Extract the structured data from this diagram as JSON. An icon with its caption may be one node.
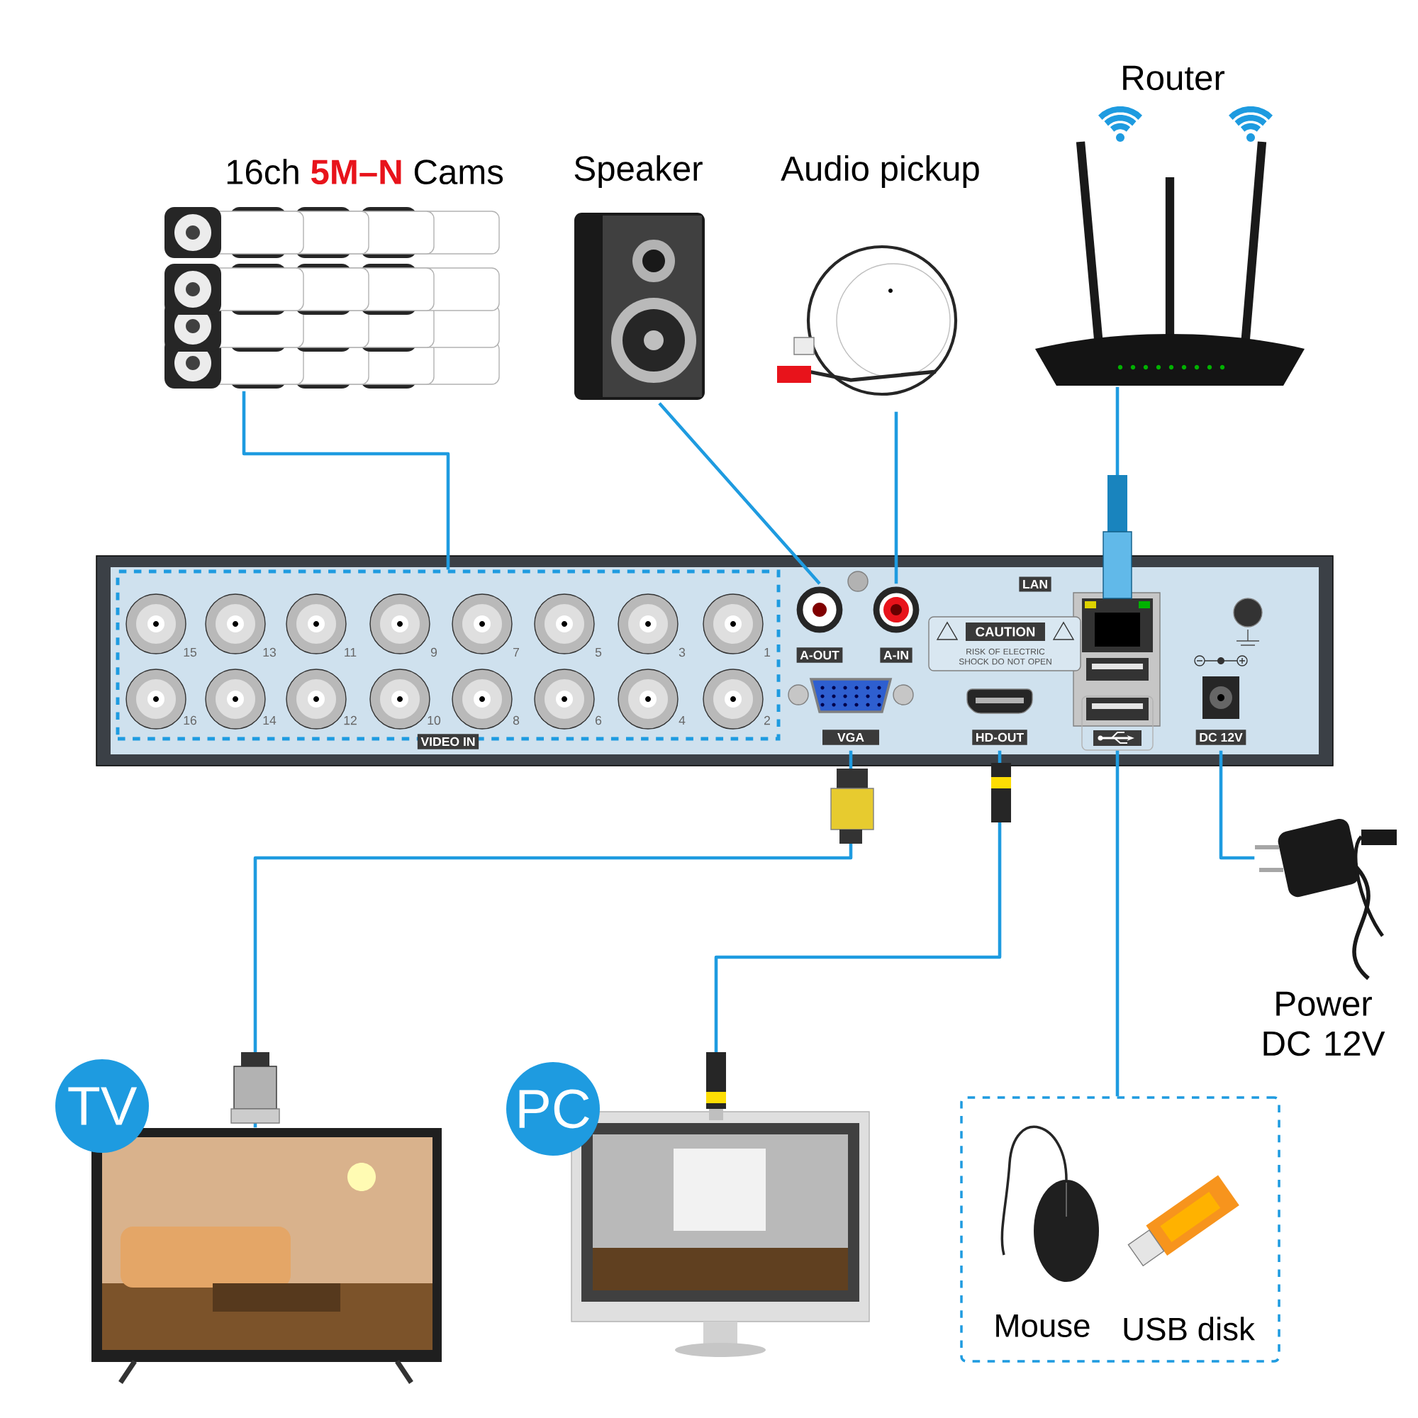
{
  "diagram": {
    "nodes": [
      {
        "text": [
          "16ch **5M–N** Cams"
        ]
      },
      {
        "text": [
          "Speaker"
        ]
      },
      {
        "text": [
          "Audio pickup"
        ]
      },
      {
        "text": [
          "Router"
        ]
      },
      {
        "text": [],
        "shape": "picture"
      },
      {
        "text": [
          "VIDEO IN"
        ],
        "in": 4
      },
      {
        "text": [
          "A-OUT"
        ],
        "in": 4
      },
      {
        "text": [
          "A-IN"
        ],
        "in": 4
      },
      {
        "text": [
          "LAN"
        ],
        "in": 4
      },
      {
        "text": [
          "VGA"
        ],
        "in": 4
      },
      {
        "text": [
          "HD-OUT"
        ],
        "in": 4
      },
      {
        "text": [],
        "shape": "box",
        "in": 4
      },
      {
        "text": [
          "DC 12V"
        ],
        "in": 4
      },
      {
        "text": [
          "Power DC 12V"
        ]
      },
      {
        "text": [
          "TV"
        ]
      },
      {
        "text": [
          "PC"
        ]
      },
      {
        "text": [],
        "shape": "box"
      },
      {
        "text": [
          "Mouse"
        ],
        "in": 16
      },
      {
        "text": [
          "USB disk"
        ],
        "in": 16
      }
    ],
    "edges": [
      {
        "from": 0,
        "to": 5,
        "arrow": "none"
      },
      {
        "from": 1,
        "to": 6,
        "arrow": "none"
      },
      {
        "from": 2,
        "to": 7,
        "arrow": "none"
      },
      {
        "from": 3,
        "to": 8,
        "arrow": "none"
      },
      {
        "from": 9,
        "to": 14,
        "arrow": "none"
      },
      {
        "from": 10,
        "to": 15,
        "arrow": "none"
      },
      {
        "from": 11,
        "to": 16,
        "arrow": "none"
      },
      {
        "from": 12,
        "to": 13,
        "arrow": "none"
      }
    ],
    "labels": [
      "15",
      "13",
      "11",
      "9",
      "7",
      "5",
      "3",
      "1",
      "16",
      "14",
      "12",
      "10",
      "8",
      "6",
      "4",
      "2",
      "CAUTION",
      "RISK OF ELECTRIC SHOCK DO NOT OPEN"
    ]
  }
}
